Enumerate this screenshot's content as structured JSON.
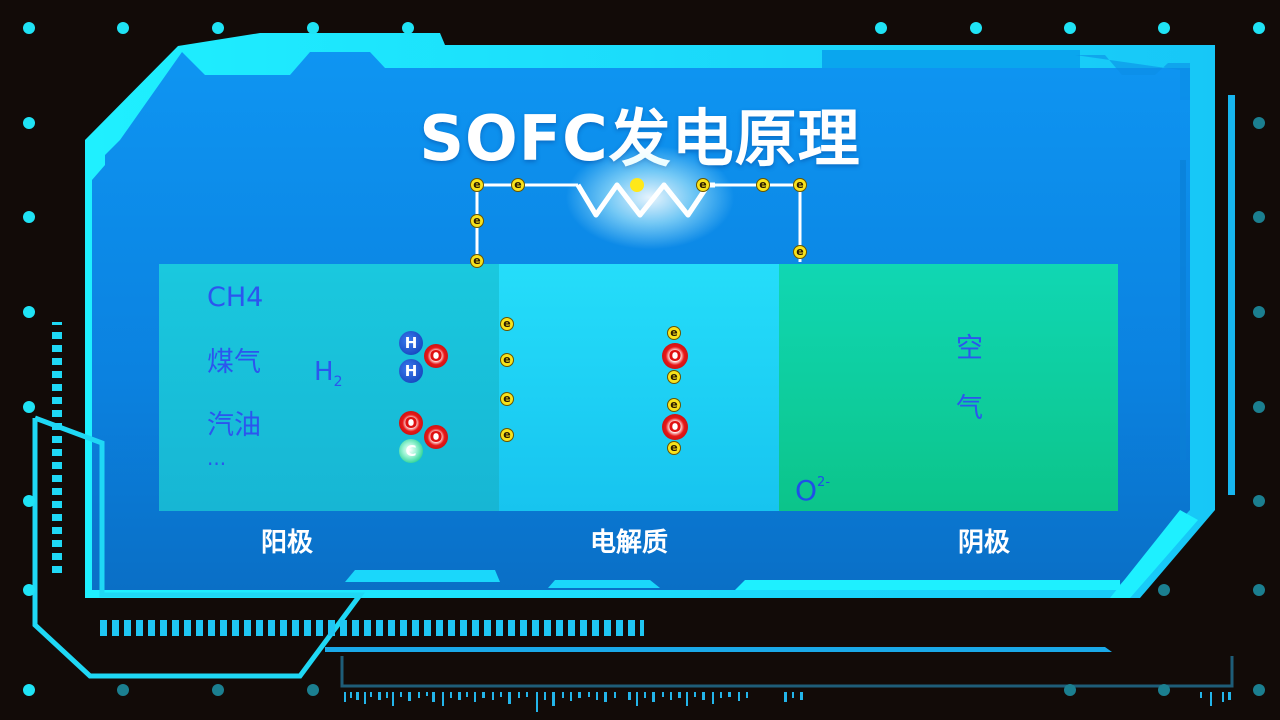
{
  "title": "SOFC发电原理",
  "colors": {
    "background": "#120b08",
    "frame_blue": "#0b8ae8",
    "frame_cyan": "#1fe3f5",
    "anode_fill": "#1ac8de",
    "electrolyte_fill": "#25ddfa",
    "cathode_fill": "#10d7b3",
    "text_blue": "#2c55ee",
    "arrow_blue": "#2a3ef0",
    "electron_yellow": "#f8e21b",
    "oxygen_red": "#e81818",
    "hydrogen_blue": "#1a4fd0",
    "carbon_green": "#1dcf8f"
  },
  "circuit": {
    "electron_symbol": "e",
    "resistor_icon": "resistor-zigzag-glowing"
  },
  "anode": {
    "label": "阳极",
    "fuels": [
      "CH4",
      "煤气",
      "汽油",
      "···"
    ],
    "intermediate": {
      "symbol": "H",
      "subscript": "2"
    },
    "molecules": [
      {
        "name": "water",
        "atoms": [
          "H",
          "H",
          "O"
        ]
      },
      {
        "name": "carbon-dioxide",
        "atoms": [
          "O",
          "O",
          "C"
        ]
      }
    ]
  },
  "electrolyte": {
    "label": "电解质",
    "ion": {
      "symbol": "O",
      "charge": "2-"
    },
    "arrow_direction": "left"
  },
  "cathode": {
    "label": "阴极",
    "gas_chars": [
      "空",
      "气"
    ]
  },
  "atoms": {
    "H": "H",
    "O": "O",
    "C": "C"
  }
}
